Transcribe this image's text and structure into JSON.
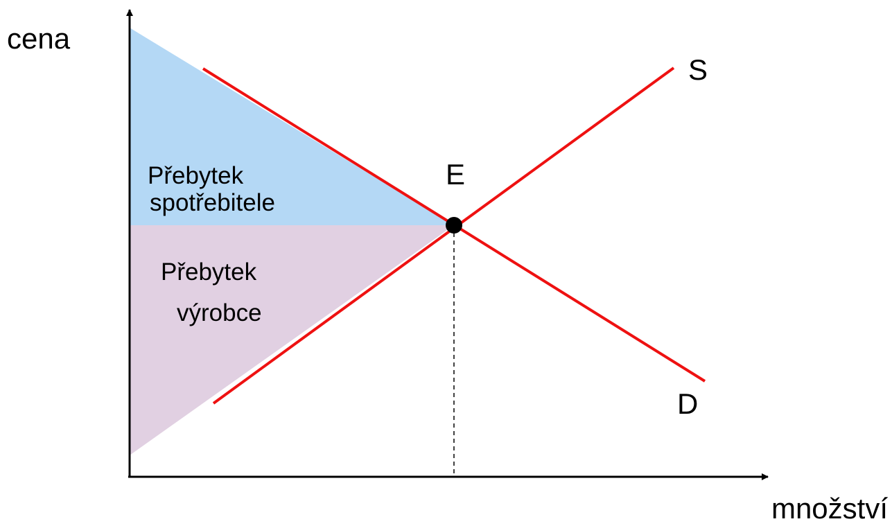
{
  "axes": {
    "y_label": "cena",
    "x_label": "množství"
  },
  "curves": {
    "supply_label": "S",
    "demand_label": "D"
  },
  "equilibrium": {
    "label": "E"
  },
  "regions": {
    "consumer_surplus": [
      "Přebytek",
      "spotřebitele"
    ],
    "producer_surplus": [
      "Přebytek",
      "výrobce"
    ]
  },
  "colors": {
    "consumer_surplus_fill": "#b4d8f5",
    "producer_surplus_fill": "#e1d0e2",
    "curve": "#ee1111",
    "axis": "#000000"
  }
}
